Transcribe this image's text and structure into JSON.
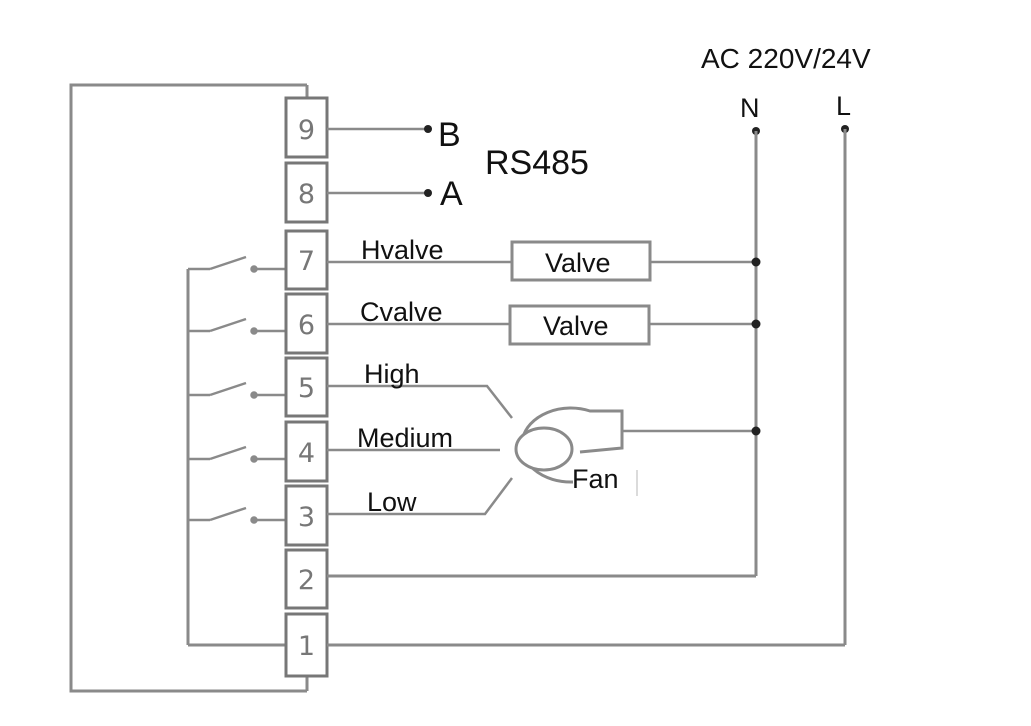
{
  "supply": {
    "title": "AC 220V/24V",
    "neutral": "N",
    "live": "L"
  },
  "rs485": {
    "label": "RS485",
    "b": "B",
    "a": "A"
  },
  "terminals": [
    "9",
    "8",
    "7",
    "6",
    "5",
    "4",
    "3",
    "2",
    "1"
  ],
  "wires": {
    "hvalve": "Hvalve",
    "cvalve": "Cvalve",
    "high": "High",
    "medium": "Medium",
    "low": "Low"
  },
  "devices": {
    "valve1": "Valve",
    "valve2": "Valve",
    "fan": "Fan"
  },
  "colors": {
    "wire": "#8a8a8a",
    "terminal_border": "#777777",
    "text": "#111111"
  }
}
